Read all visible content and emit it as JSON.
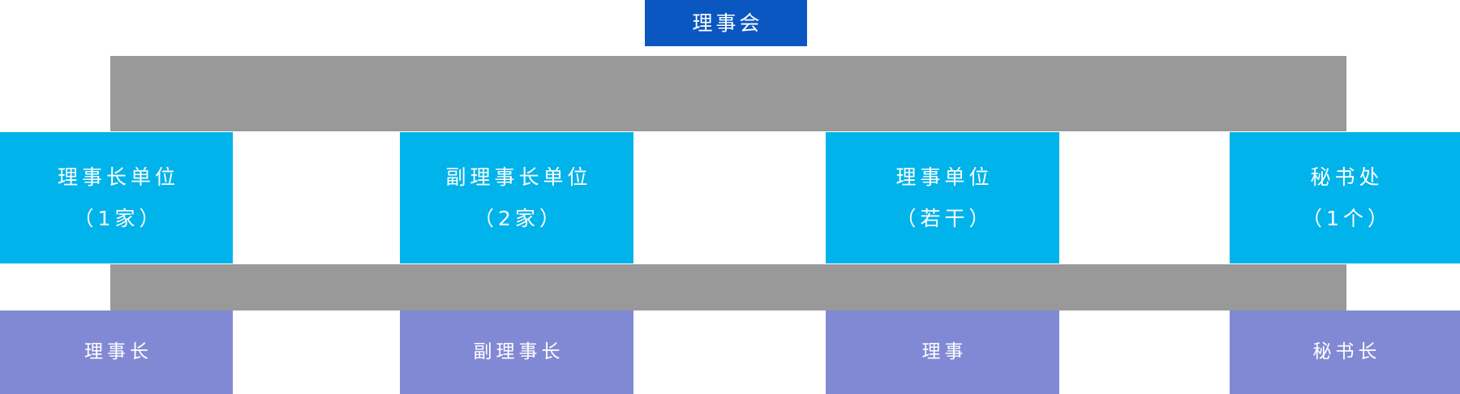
{
  "chart_data": {
    "type": "diagram",
    "subtype": "organization-chart",
    "title": "理事会",
    "orientation": "top-down",
    "levels": [
      {
        "name": "root",
        "nodes": [
          {
            "label": "理事会",
            "color": "#0b57c2"
          }
        ]
      },
      {
        "name": "member-units",
        "nodes": [
          {
            "line1": "理事长单位",
            "line2": "（1家）",
            "color": "#00b3ea"
          },
          {
            "line1": "副理事长单位",
            "line2": "（2家）",
            "color": "#00b3ea"
          },
          {
            "line1": "理事单位",
            "line2": "（若干）",
            "color": "#00b3ea"
          },
          {
            "line1": "秘书处",
            "line2": "（1个）",
            "color": "#00b3ea"
          }
        ]
      },
      {
        "name": "roles",
        "nodes": [
          {
            "line1": "理事长",
            "color": "#8289d4"
          },
          {
            "line1": "副理事长",
            "color": "#8289d4"
          },
          {
            "line1": "理事",
            "color": "#8289d4"
          },
          {
            "line1": "秘书长",
            "color": "#8289d4"
          }
        ]
      }
    ],
    "connectors": {
      "color": "#999999",
      "count": 2,
      "style": "solid-band"
    }
  },
  "root": {
    "label": "理事会"
  },
  "units": [
    {
      "line1": "理事长单位",
      "line2": "（1家）"
    },
    {
      "line1": "副理事长单位",
      "line2": "（2家）"
    },
    {
      "line1": "理事单位",
      "line2": "（若干）"
    },
    {
      "line1": "秘书处",
      "line2": "（1个）"
    }
  ],
  "roles": [
    {
      "line1": "理事长"
    },
    {
      "line1": "副理事长"
    },
    {
      "line1": "理事"
    },
    {
      "line1": "秘书长"
    }
  ],
  "colors": {
    "root": "#0b57c2",
    "unit": "#00b3ea",
    "role": "#8289d4",
    "connector": "#999999",
    "background": "#ffffff",
    "text": "#ffffff"
  }
}
